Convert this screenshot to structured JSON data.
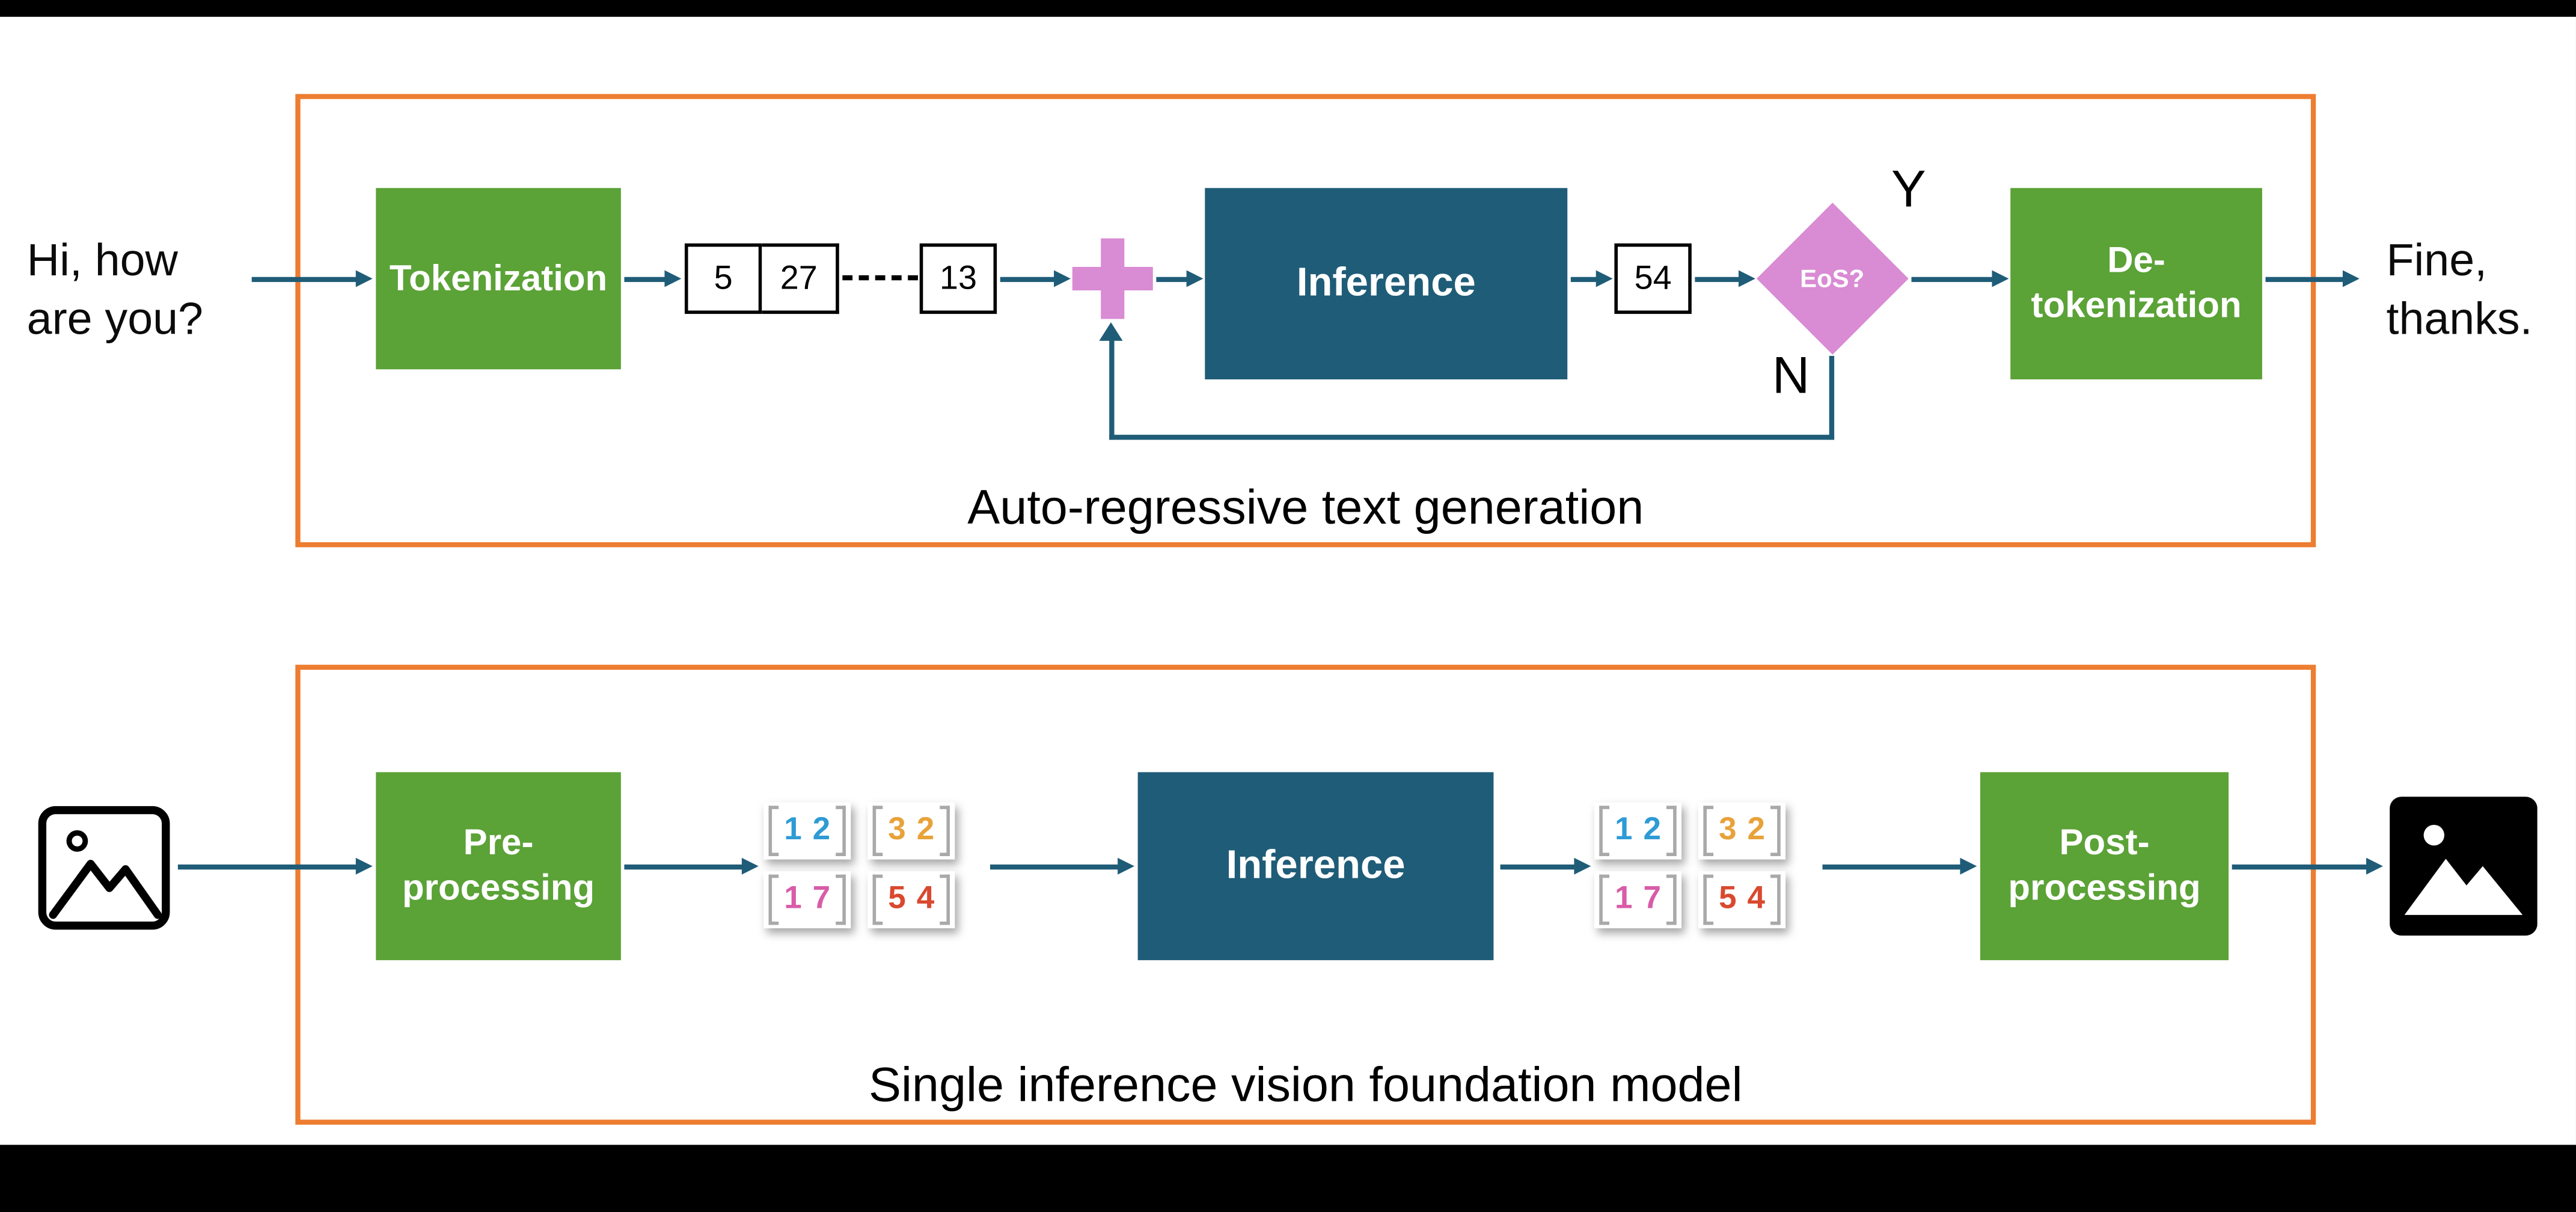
{
  "colors": {
    "green": "#5BA237",
    "teal": "#1F5C78",
    "orange": "#ED7D31",
    "pink": "#D98BD4",
    "num_blue": "#2E9BD5",
    "num_orange": "#E8A23A",
    "num_pink": "#D85CA8",
    "num_red": "#D9492F"
  },
  "top": {
    "caption": "Auto-regressive text generation",
    "input": {
      "line1": "Hi, how",
      "line2": "are you?"
    },
    "tokenization": "Tokenization",
    "tokens": [
      "5",
      "27",
      "13"
    ],
    "inference": "Inference",
    "generated_token": "54",
    "eos": "EoS?",
    "yes": "Y",
    "no": "N",
    "detokenization": {
      "line1": "De-",
      "line2": "tokenization"
    },
    "output": {
      "line1": "Fine,",
      "line2": "thanks."
    }
  },
  "bottom": {
    "caption": "Single inference vision foundation model",
    "preprocessing": {
      "line1": "Pre-",
      "line2": "processing"
    },
    "inference": "Inference",
    "postprocessing": {
      "line1": "Post-",
      "line2": "processing"
    },
    "matrix": {
      "tl": [
        "1",
        "2"
      ],
      "tr": [
        "3",
        "2"
      ],
      "bl": [
        "1",
        "7"
      ],
      "br": [
        "5",
        "4"
      ]
    }
  }
}
